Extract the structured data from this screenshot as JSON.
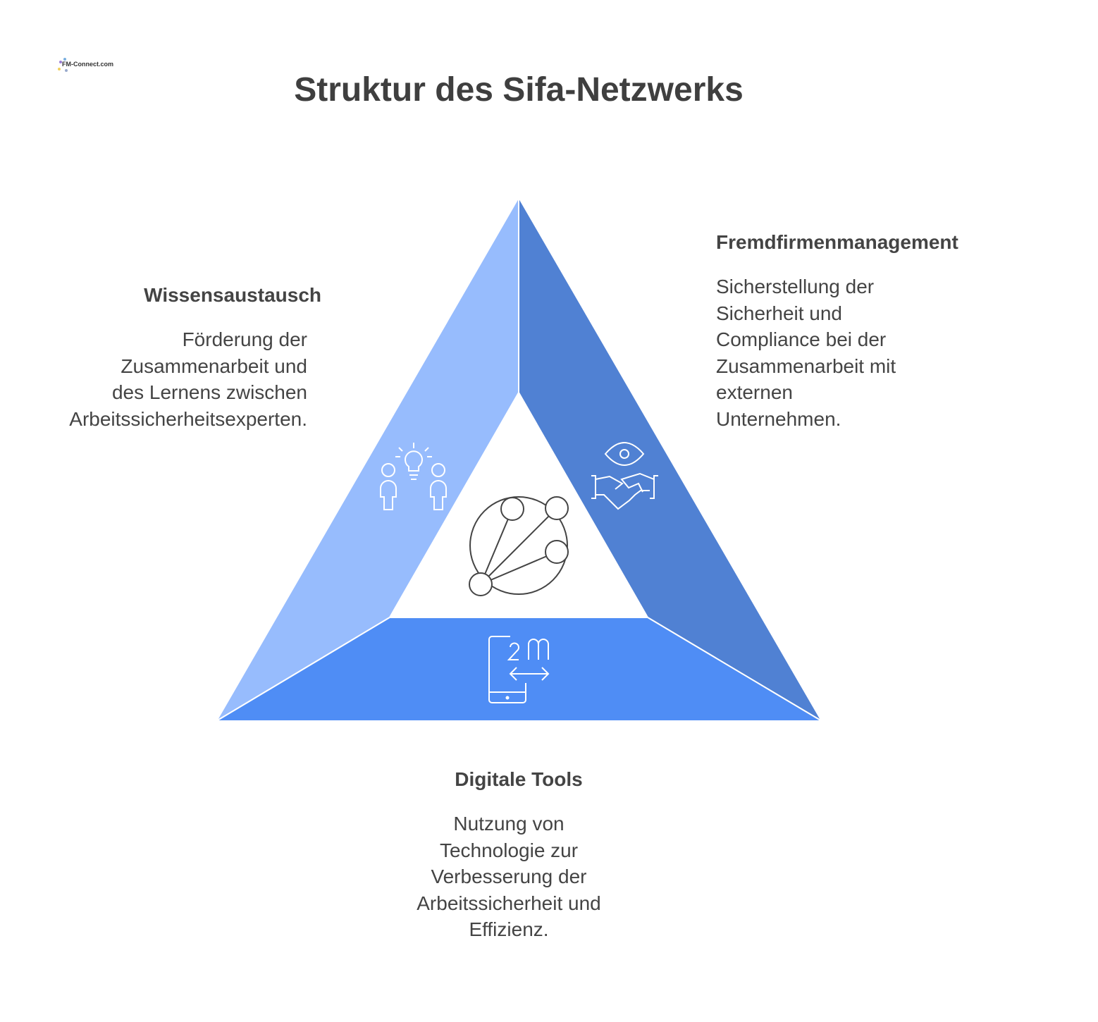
{
  "logo": {
    "text": "FM-Connect.com"
  },
  "title": "Struktur des Sifa-Netzwerks",
  "sections": [
    {
      "heading": "Wissensaustausch",
      "lines": [
        "Förderung der",
        "Zusammenarbeit und",
        "des Lernens zwischen",
        "Arbeitssicherheitsexperten."
      ],
      "icon": "people-lightbulb-icon",
      "color": "#97BCFD"
    },
    {
      "heading": "Fremdfirmenmanagement",
      "lines": [
        "Sicherstellung der",
        "Sicherheit und",
        "Compliance bei der",
        "Zusammenarbeit mit",
        "externen",
        "Unternehmen."
      ],
      "icon": "eye-handshake-icon",
      "color": "#5081D3"
    },
    {
      "heading": "Digitale Tools",
      "lines": [
        "Nutzung von",
        "Technologie zur",
        "Verbesserung der",
        "Arbeitssicherheit und",
        "Effizienz."
      ],
      "icon": "phone-distance-icon",
      "color": "#4F8DF5"
    }
  ],
  "center_icon": "network-icon"
}
